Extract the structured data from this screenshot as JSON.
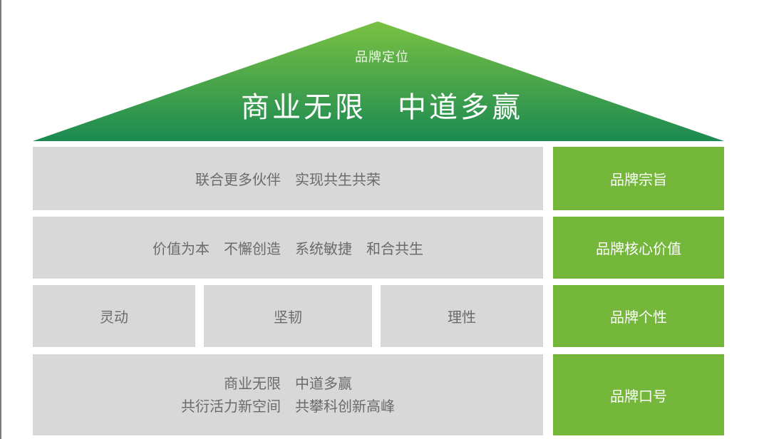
{
  "roof": {
    "subtitle": "品牌定位",
    "title": "商业无限　中道多赢",
    "gradient_top": "#7ac143",
    "gradient_bottom": "#1b8a52"
  },
  "rows": [
    {
      "label": "品牌宗旨",
      "cells": [
        "联合更多伙伴　实现共生共荣"
      ]
    },
    {
      "label": "品牌核心价值",
      "cells": [
        "价值为本　不懈创造　系统敏捷　和合共生"
      ]
    },
    {
      "label": "品牌个性",
      "cells": [
        "理性",
        "坚韧",
        "灵动"
      ]
    },
    {
      "label": "品牌口号",
      "lines": [
        "商业无限　中道多赢",
        "共衍活力新空间　共攀科创新高峰"
      ]
    }
  ],
  "colors": {
    "cell_bg": "#d8d8d8",
    "cell_text": "#6b6b6b",
    "tag_bg": "#74b73a"
  }
}
